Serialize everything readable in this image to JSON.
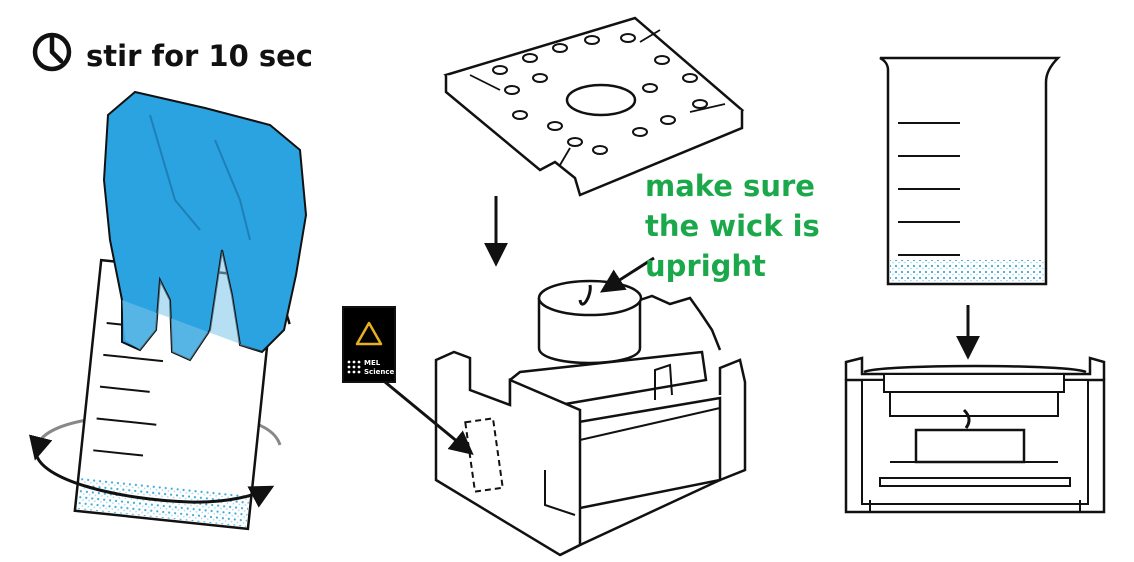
{
  "instruction": {
    "icon": "timer-icon",
    "text": "stir for 10 sec"
  },
  "note": {
    "color": "#1aa84b",
    "lines": [
      "make sure",
      "the wick is",
      "upright"
    ]
  },
  "logo": {
    "line1": "MEL",
    "line2": "Science",
    "accent": "#e8b020"
  },
  "colors": {
    "glove": "#2aa3e0",
    "glove_dark": "#1f7fb6",
    "particles": "#3aa9d8",
    "line": "#111111"
  }
}
